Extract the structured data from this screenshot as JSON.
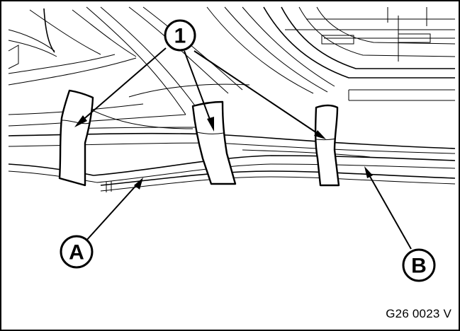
{
  "callouts": {
    "clips": "1",
    "part_a": "A",
    "part_b": "B"
  },
  "figure_code": "G26 0023 V"
}
